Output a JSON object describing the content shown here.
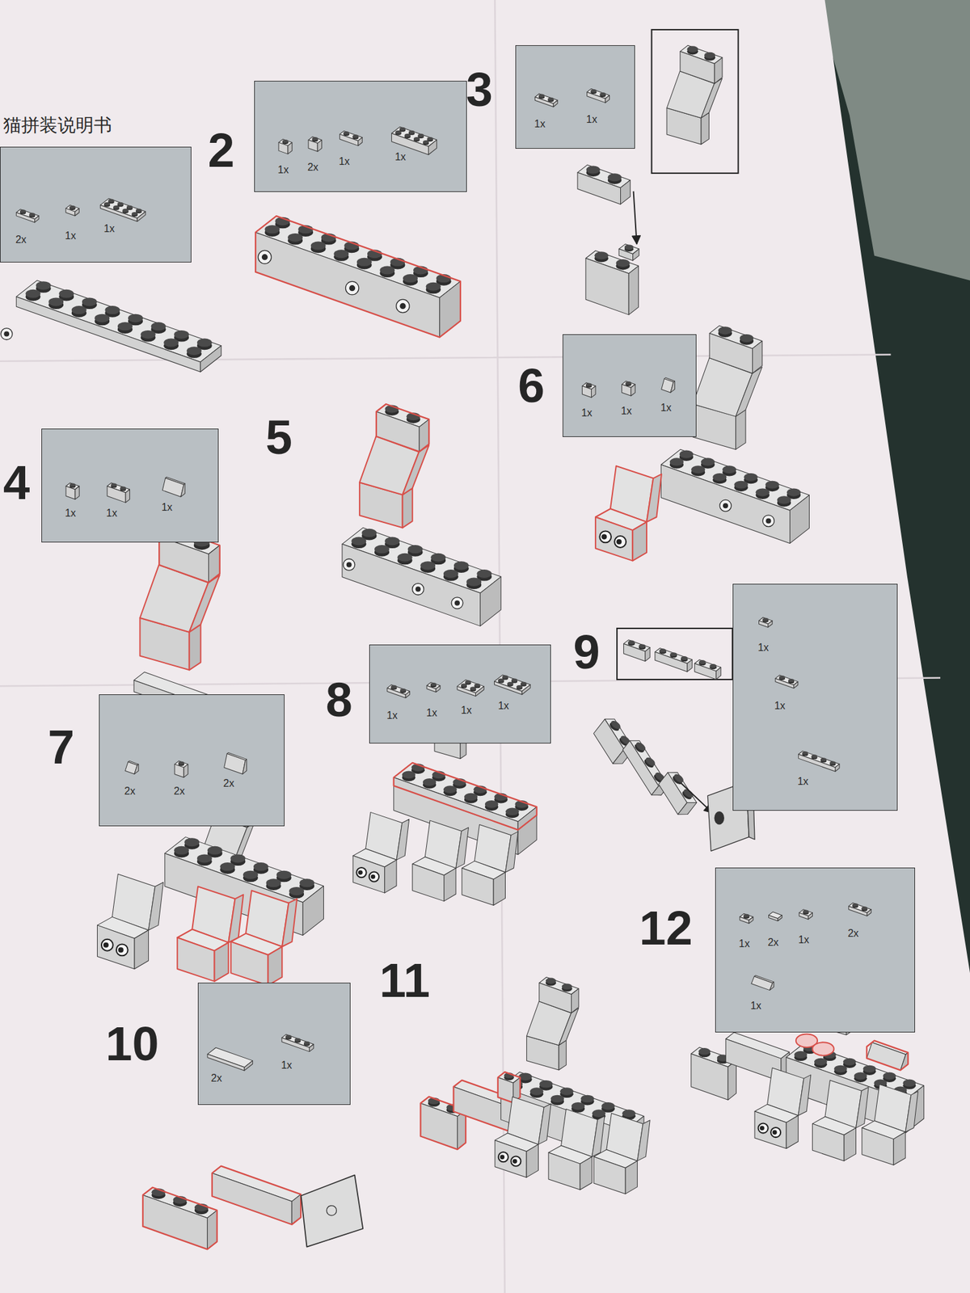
{
  "diagram": {
    "title": "猫拼装说明书",
    "nodes": [
      {
        "text": [
          "2x",
          "1x",
          "1x"
        ]
      },
      {
        "text": [
          "1x",
          "2x",
          "1x",
          "1x"
        ]
      },
      {
        "text": [
          "1x",
          "1x"
        ]
      },
      {
        "text": [
          "1x",
          "1x",
          "1x"
        ]
      },
      {
        "text": [
          "1x",
          "1x",
          "1x"
        ]
      },
      {
        "text": [
          "2x",
          "2x",
          "2x"
        ]
      },
      {
        "text": [
          "1x",
          "1x",
          "1x",
          "1x"
        ]
      },
      {
        "text": [
          "1x",
          "1x",
          "1x"
        ]
      },
      {
        "text": [
          "1x",
          "2x",
          "1x",
          "2x",
          "1x"
        ]
      },
      {
        "text": [
          "2x",
          "1x"
        ]
      }
    ],
    "labels": [
      "2",
      "3",
      "4",
      "5",
      "6",
      "7",
      "8",
      "9",
      "10",
      "11",
      "12"
    ]
  }
}
